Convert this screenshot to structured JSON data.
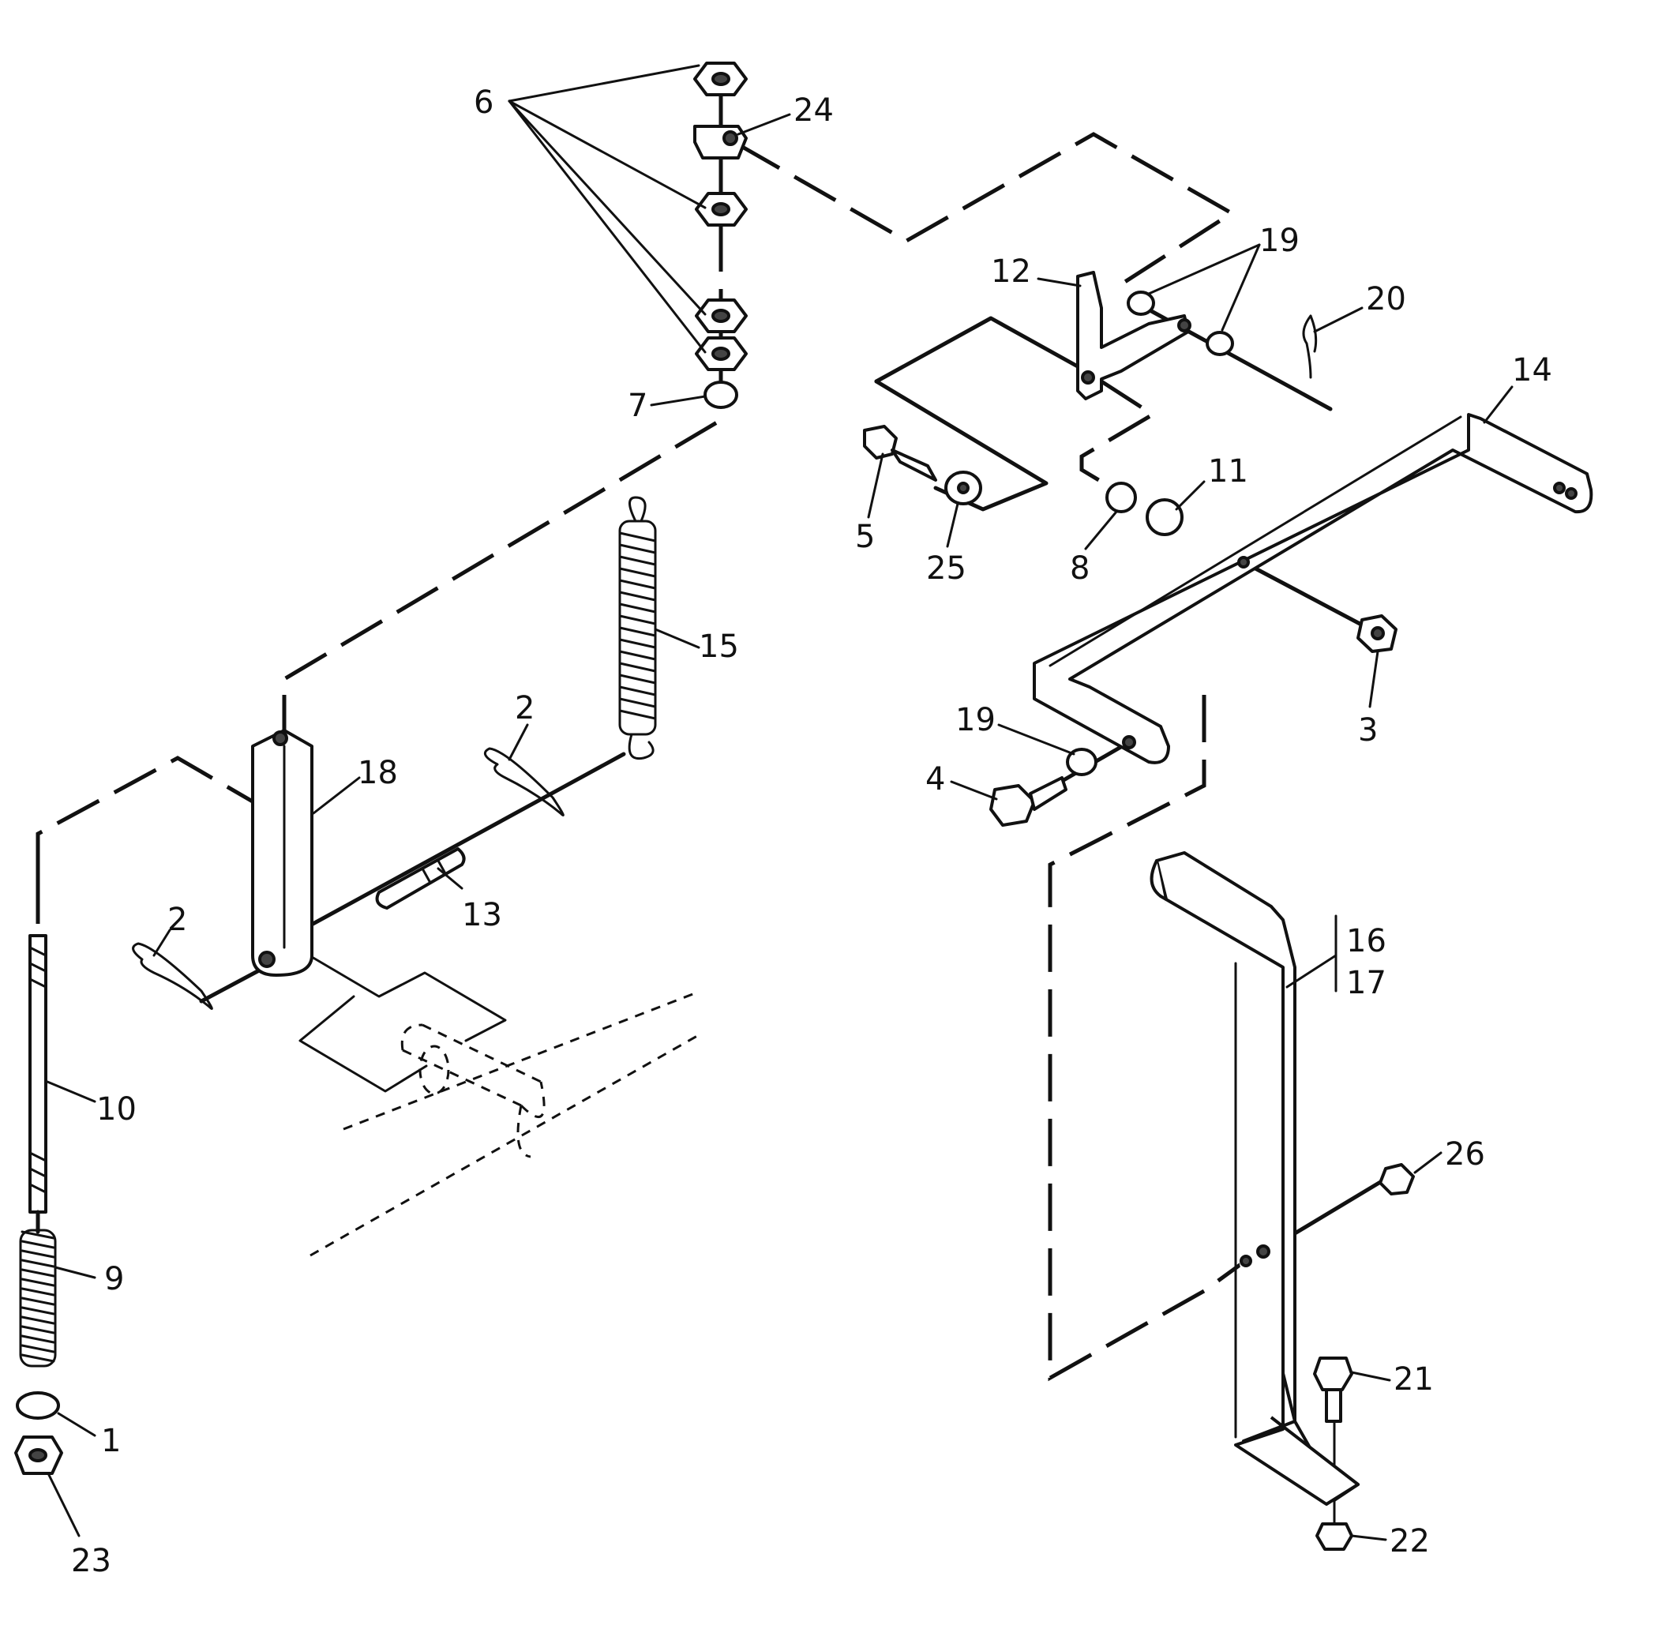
{
  "callouts": [
    {
      "id": "c1",
      "label": "1"
    },
    {
      "id": "c2a",
      "label": "2"
    },
    {
      "id": "c2b",
      "label": "2"
    },
    {
      "id": "c3",
      "label": "3"
    },
    {
      "id": "c4",
      "label": "4"
    },
    {
      "id": "c5",
      "label": "5"
    },
    {
      "id": "c6",
      "label": "6"
    },
    {
      "id": "c7",
      "label": "7"
    },
    {
      "id": "c8",
      "label": "8"
    },
    {
      "id": "c9",
      "label": "9"
    },
    {
      "id": "c10",
      "label": "10"
    },
    {
      "id": "c11",
      "label": "11"
    },
    {
      "id": "c12",
      "label": "12"
    },
    {
      "id": "c13",
      "label": "13"
    },
    {
      "id": "c14",
      "label": "14"
    },
    {
      "id": "c15",
      "label": "15"
    },
    {
      "id": "c16",
      "label": "16"
    },
    {
      "id": "c17",
      "label": "17"
    },
    {
      "id": "c18",
      "label": "18"
    },
    {
      "id": "c19a",
      "label": "19"
    },
    {
      "id": "c19b",
      "label": "19"
    },
    {
      "id": "c20",
      "label": "20"
    },
    {
      "id": "c21",
      "label": "21"
    },
    {
      "id": "c22",
      "label": "22"
    },
    {
      "id": "c23",
      "label": "23"
    },
    {
      "id": "c24",
      "label": "24"
    },
    {
      "id": "c25",
      "label": "25"
    },
    {
      "id": "c26",
      "label": "26"
    }
  ]
}
